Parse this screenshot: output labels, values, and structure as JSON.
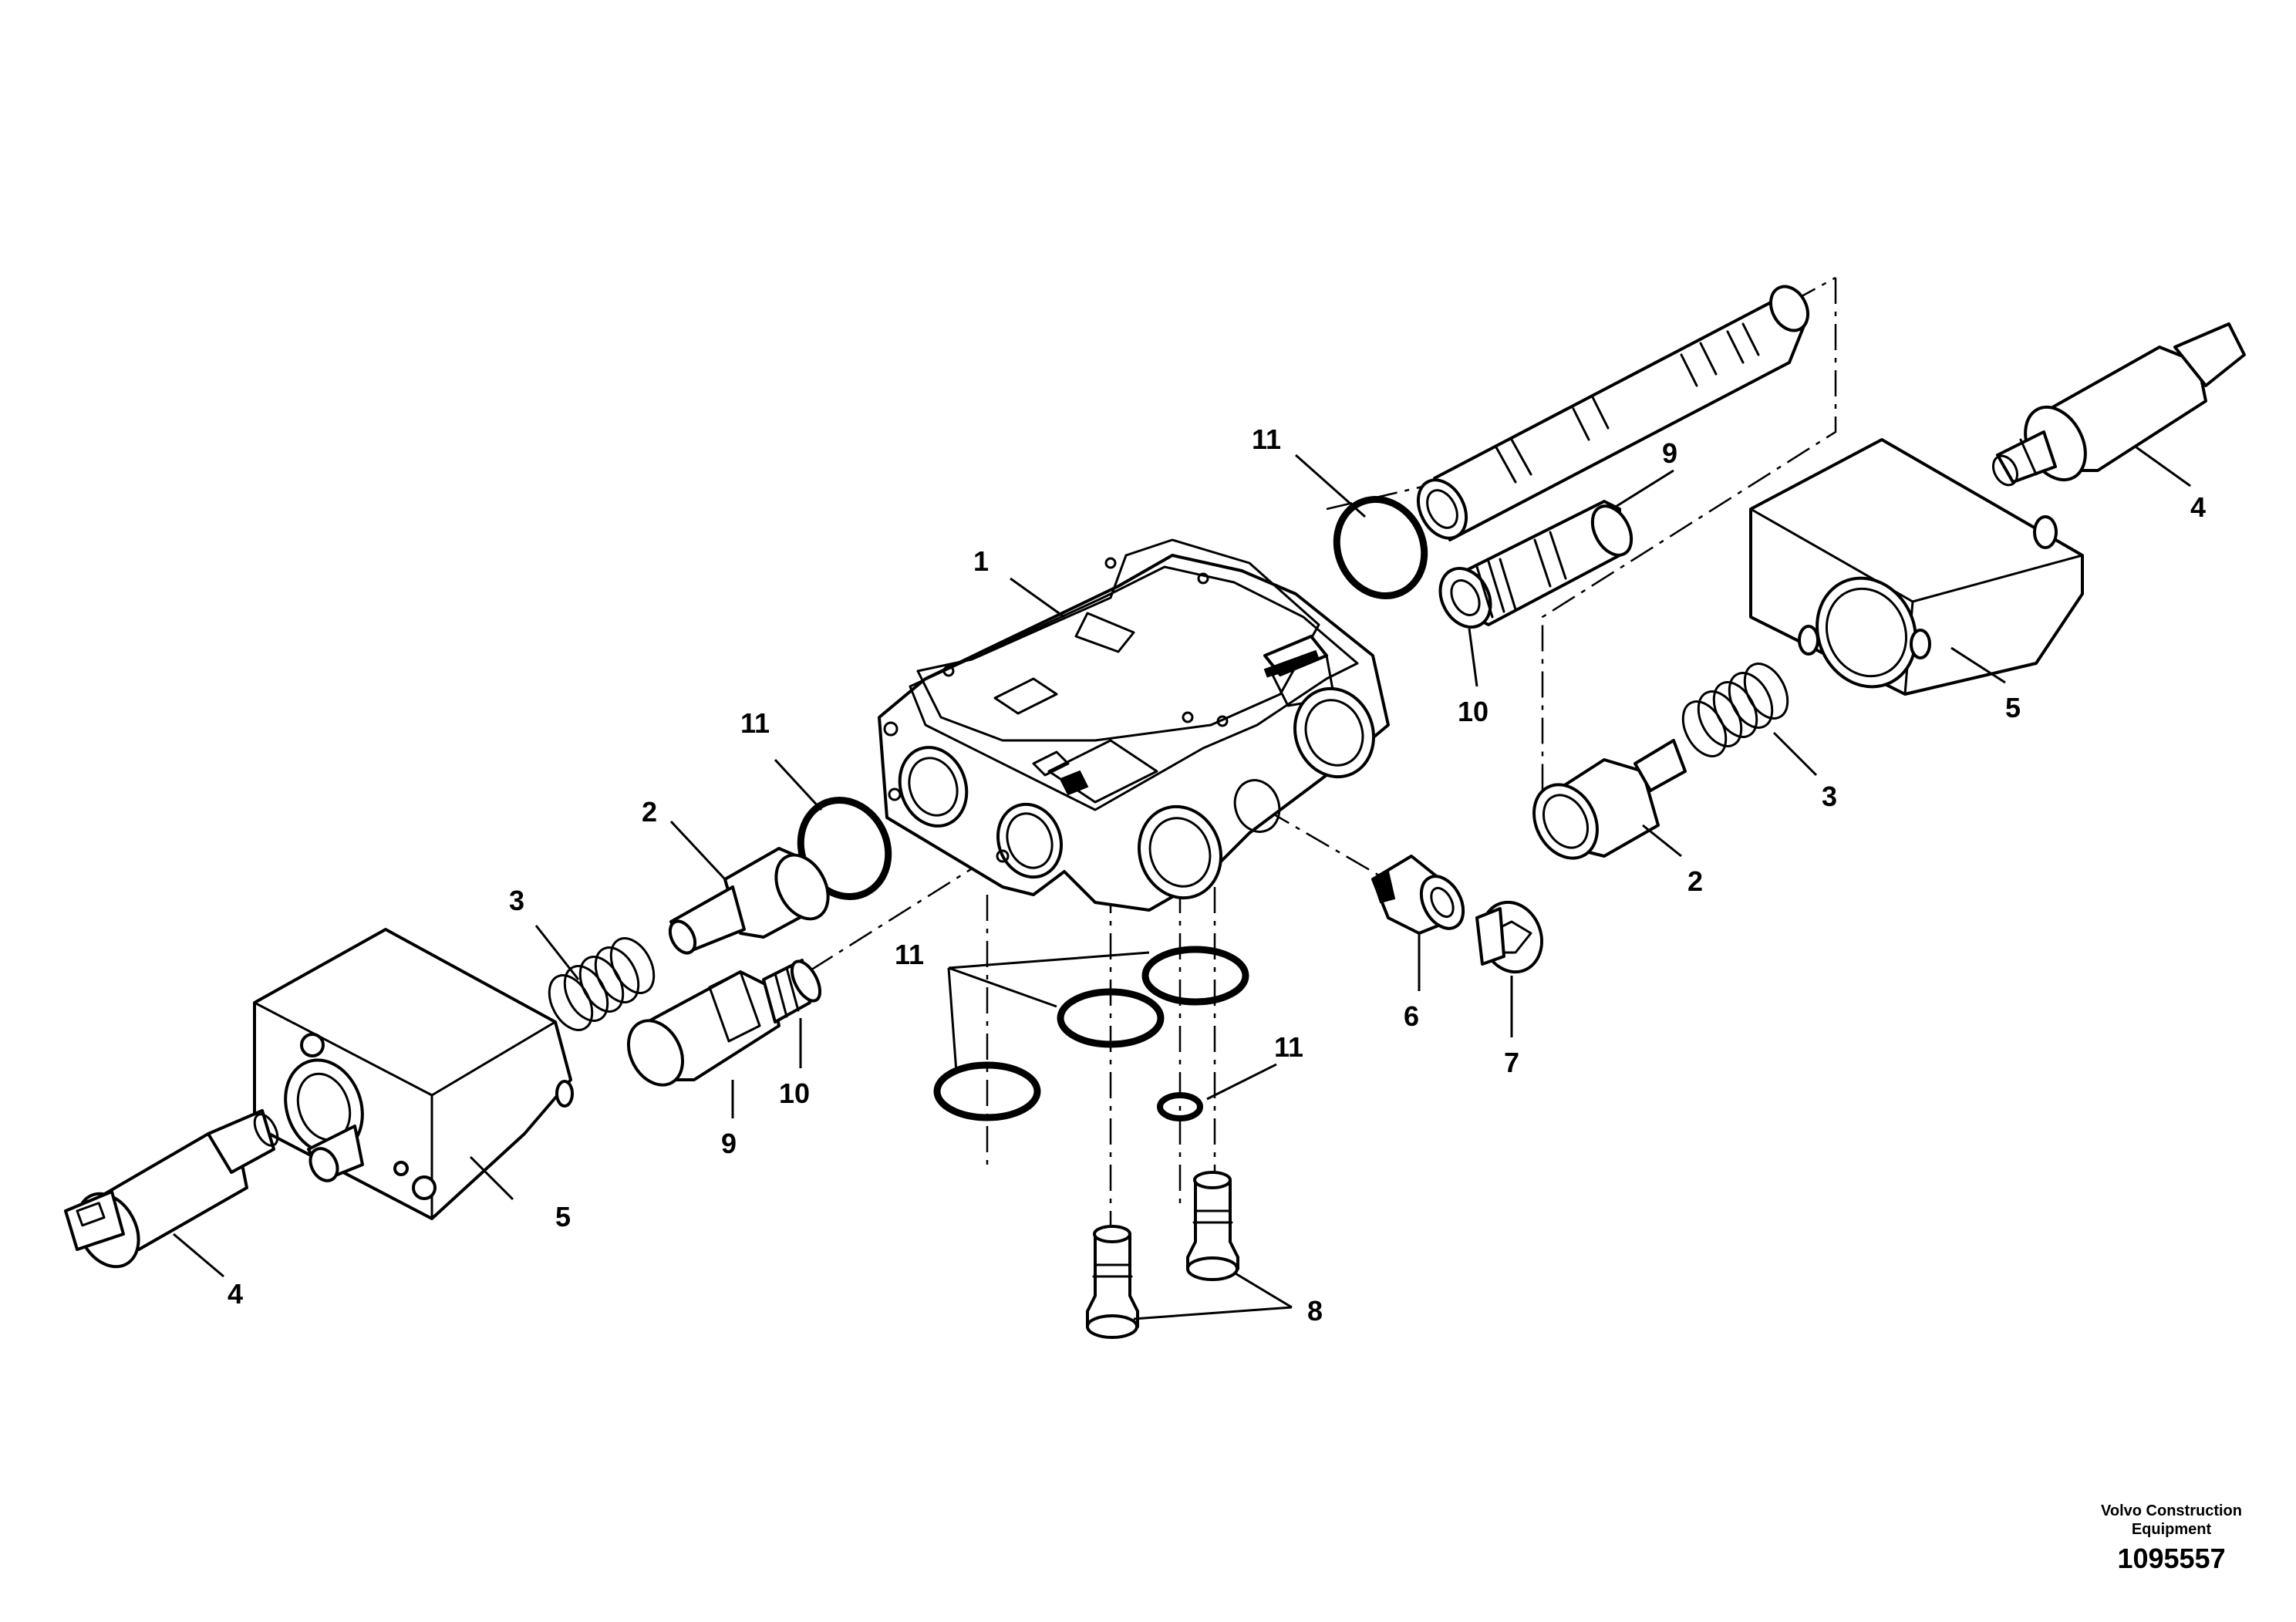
{
  "callouts": {
    "c1": "1",
    "c2a": "2",
    "c2b": "2",
    "c3a": "3",
    "c3b": "3",
    "c4a": "4",
    "c4b": "4",
    "c5a": "5",
    "c5b": "5",
    "c6": "6",
    "c7": "7",
    "c8": "8",
    "c9a": "9",
    "c9b": "9",
    "c10a": "10",
    "c10b": "10",
    "c11a": "11",
    "c11b": "11",
    "c11c": "11",
    "c11d": "11"
  },
  "footer": {
    "brand_line1": "Volvo Construction",
    "brand_line2": "Equipment",
    "drawing_number": "1095557"
  },
  "colors": {
    "ink": "#000000",
    "paper": "#ffffff"
  }
}
